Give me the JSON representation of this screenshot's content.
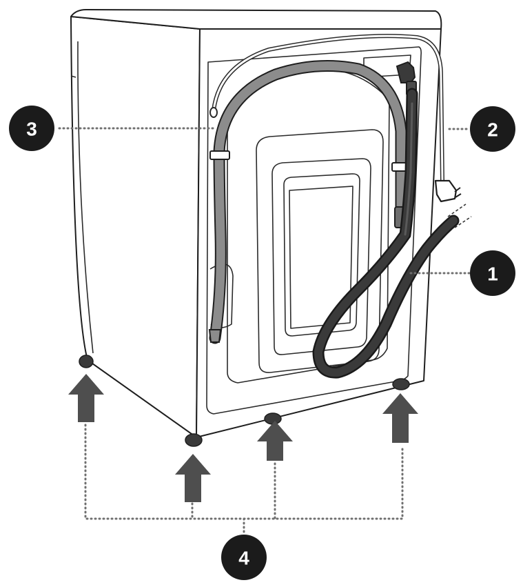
{
  "colors": {
    "badge": "#1b1b1b",
    "badge_text": "#ffffff",
    "arrow": "#4e4e4e",
    "hose_gray": "#8c8c8c",
    "hose_dark": "#2e2e2e",
    "outline": "#1e1e1e"
  },
  "callouts": [
    {
      "id": "1",
      "label": "1",
      "target": "drain-hose"
    },
    {
      "id": "2",
      "label": "2",
      "target": "power-cord"
    },
    {
      "id": "3",
      "label": "3",
      "target": "water-inlet-hose"
    },
    {
      "id": "4",
      "label": "4",
      "target": "leveling-feet"
    }
  ],
  "icons": {
    "lift_arrow": "up-arrow-icon"
  }
}
